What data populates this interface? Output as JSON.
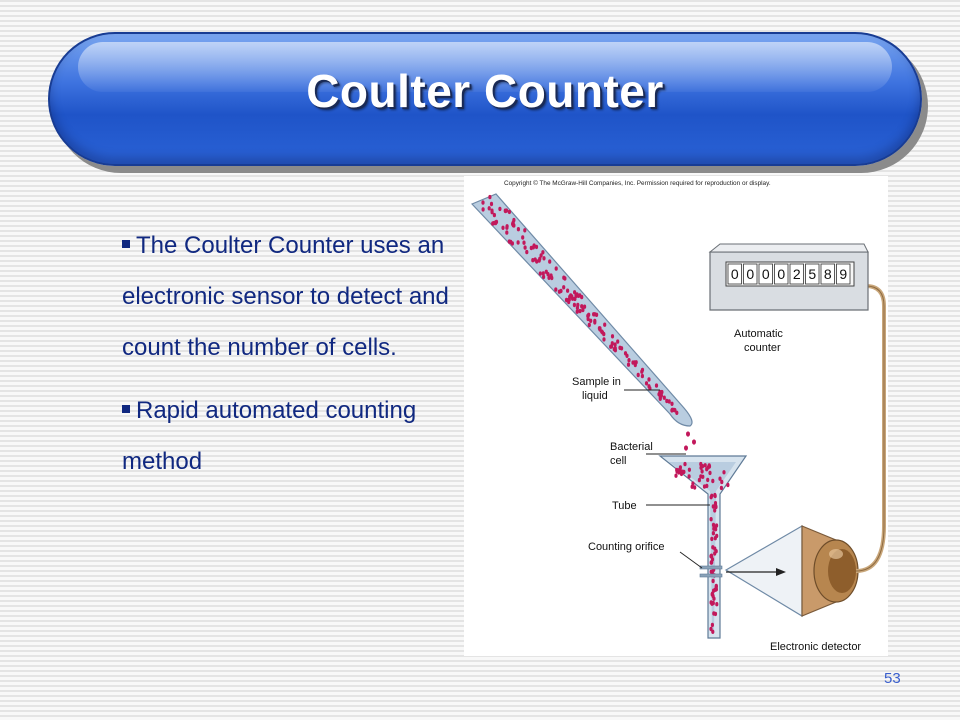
{
  "slide": {
    "title": "Coulter Counter",
    "number": "53"
  },
  "bullets": [
    {
      "text": "The Coulter Counter uses an electronic sensor to detect and count the number of cells."
    },
    {
      "text": "Rapid automated counting method"
    }
  ],
  "figure": {
    "copyright": "Copyright © The McGraw-Hill Companies, Inc. Permission required for reproduction or display.",
    "counter_digits": [
      "0",
      "0",
      "0",
      "0",
      "2",
      "5",
      "8",
      "9"
    ],
    "labels": {
      "automatic_counter_line1": "Automatic",
      "automatic_counter_line2": "counter",
      "sample_line1": "Sample in",
      "sample_line2": "liquid",
      "bacterial_line1": "Bacterial",
      "bacterial_line2": "cell",
      "tube": "Tube",
      "orifice": "Counting orifice",
      "detector": "Electronic detector"
    }
  },
  "colors": {
    "title_blue": "#2a62d6",
    "bullet_text": "#102880",
    "slide_number": "#3a5fcd",
    "cell_red": "#c2185b",
    "liquid_blue": "#b9cde0"
  }
}
